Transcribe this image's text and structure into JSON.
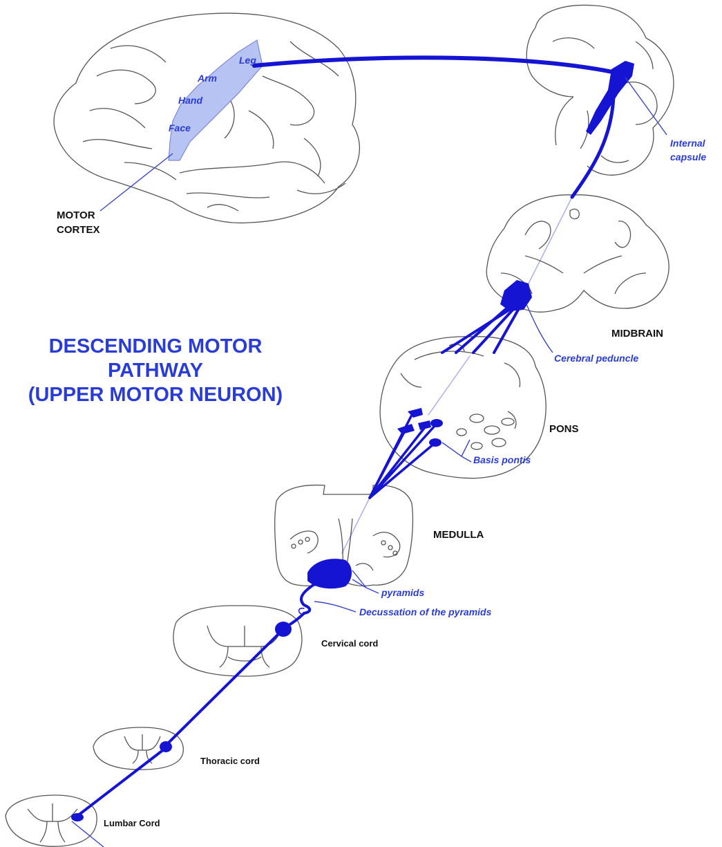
{
  "title": {
    "line1": "DESCENDING MOTOR",
    "line2": "PATHWAY",
    "line3": "(UPPER MOTOR NEURON)"
  },
  "cortex": {
    "label_line1": "MOTOR",
    "label_line2": "CORTEX",
    "homunculus": {
      "leg": "Leg",
      "arm": "Arm",
      "hand": "Hand",
      "face": "Face"
    }
  },
  "internal_capsule": {
    "line1": "Internal",
    "line2": "capsule"
  },
  "midbrain": {
    "label": "MIDBRAIN",
    "callout": "Cerebral peduncle"
  },
  "pons": {
    "label": "PONS",
    "callout": "Basis pontis"
  },
  "medulla": {
    "label": "MEDULLA",
    "callout_pyramids": "pyramids",
    "callout_decussation": "Decussation of the pyramids"
  },
  "cervical": {
    "label": "Cervical cord"
  },
  "thoracic": {
    "label": "Thoracic cord"
  },
  "lumbar": {
    "label": "Lumbar Cord"
  },
  "colors": {
    "tract": "#1414d2",
    "label_blue": "#2a3cd6",
    "cortex_highlight": "#b7c3f2",
    "outline": "#555555"
  }
}
